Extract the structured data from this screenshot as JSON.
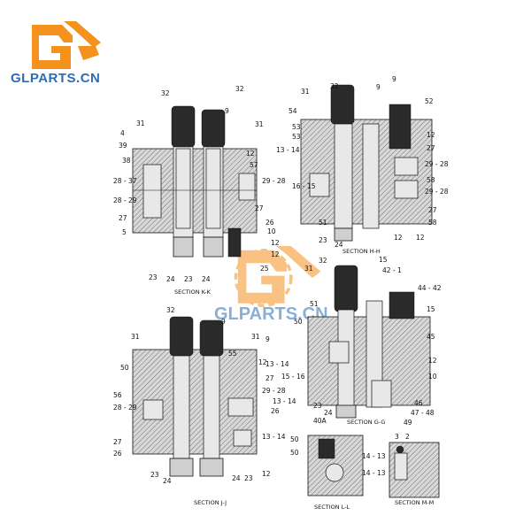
{
  "brand": {
    "name": "GLPARTS.CN",
    "accent": "#f5921e",
    "text_color": "#2d6db5"
  },
  "sections": {
    "kk": "SECTION K-K",
    "hh": "SECTION H-H",
    "jj": "SECTION J-J",
    "gg": "SECTION G-G",
    "ll": "SECTION L-L",
    "mm": "SECTION M-M"
  },
  "callouts": {
    "kk": [
      "32",
      "32",
      "31",
      "9",
      "31",
      "4",
      "39",
      "38",
      "12",
      "57",
      "28 - 37",
      "28 - 29",
      "27",
      "5",
      "29 - 28",
      "26",
      "27",
      "10",
      "12",
      "12",
      "25",
      "23",
      "24",
      "23",
      "24"
    ],
    "hh": [
      "32",
      "9",
      "9",
      "31",
      "54",
      "52",
      "53",
      "53",
      "12",
      "13 - 14",
      "27",
      "16 - 15",
      "29 - 28",
      "58",
      "51",
      "29 - 28",
      "27",
      "58",
      "12",
      "23",
      "24",
      "12"
    ],
    "gg": [
      "32",
      "15",
      "31",
      "42 - 1",
      "51",
      "44 - 42",
      "50",
      "15",
      "45",
      "12",
      "15 - 16",
      "10",
      "23",
      "24",
      "46",
      "47 - 48",
      "49"
    ],
    "jj": [
      "32",
      "9",
      "31",
      "31",
      "9",
      "50",
      "55",
      "12",
      "13 - 14",
      "27",
      "56",
      "29 - 28",
      "28 - 29",
      "13 - 14",
      "26",
      "27",
      "26",
      "13 - 14",
      "23",
      "24",
      "24",
      "23",
      "12"
    ],
    "ll": [
      "40A",
      "50",
      "50"
    ],
    "mm": [
      "3",
      "2",
      "14 - 13",
      "14 - 13"
    ]
  }
}
